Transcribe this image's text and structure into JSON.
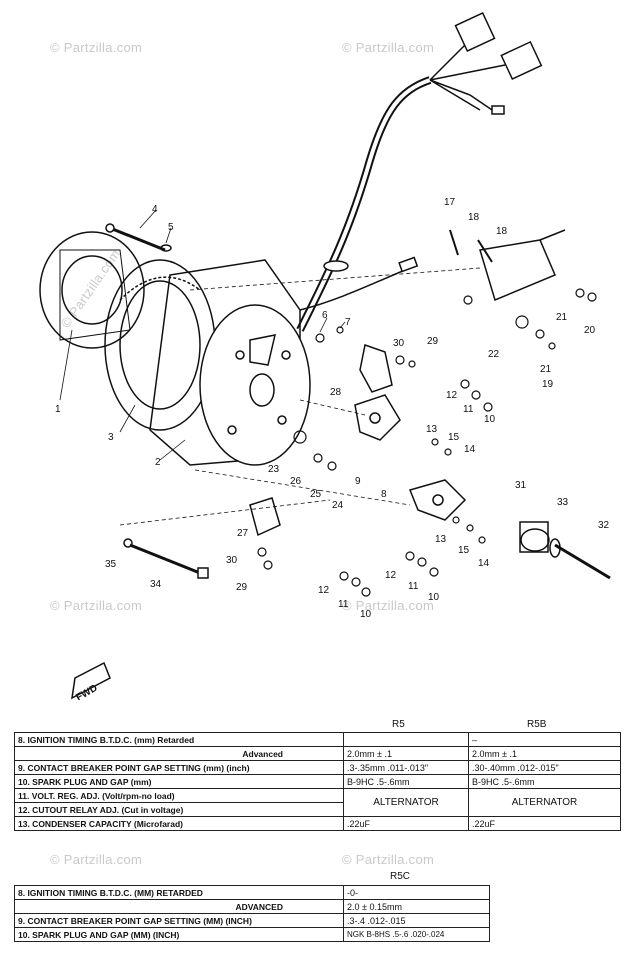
{
  "watermarks": [
    "© Partzilla.com",
    "© Partzilla.com",
    "© Partzilla.com",
    "© Partzilla.com",
    "© Partzilla.com",
    "© Partzilla.com",
    "© Partzilla.com"
  ],
  "callouts": [
    "1",
    "2",
    "3",
    "4",
    "5",
    "6",
    "7",
    "8",
    "9",
    "10",
    "11",
    "12",
    "13",
    "14",
    "15",
    "17",
    "18",
    "18",
    "19",
    "20",
    "21",
    "21",
    "22",
    "23",
    "24",
    "25",
    "26",
    "27",
    "28",
    "29",
    "29",
    "30",
    "30",
    "31",
    "32",
    "33",
    "34",
    "35",
    "12",
    "11",
    "10",
    "10",
    "11",
    "12",
    "13",
    "14",
    "15"
  ],
  "fwd_label": "FWD",
  "spec_table": {
    "col1": "R5",
    "col2": "R5B",
    "rows": [
      {
        "label": "8.  IGNITION TIMING B.T.D.C. (mm)  Retarded",
        "r5": "",
        "r5b": "–"
      },
      {
        "label": "Advanced",
        "r5": "2.0mm ± .1",
        "r5b": "2.0mm ± .1"
      },
      {
        "label": "9.  CONTACT BREAKER POINT GAP SETTING (mm) (inch)",
        "r5": ".3-.35mm   .011-.013\"",
        "r5b": ".30-.40mm  .012-.015\""
      },
      {
        "label": "10.  SPARK PLUG AND GAP (mm)",
        "r5": "B-9HC  .5-.6mm",
        "r5b": "B-9HC  .5-.6mm"
      },
      {
        "label": "11.  VOLT. REG. ADJ. (Volt/rpm-no load)",
        "r5": "ALTERNATOR",
        "r5b": "ALTERNATOR"
      },
      {
        "label": "12.  CUTOUT RELAY ADJ. (Cut in voltage)",
        "r5": "",
        "r5b": ""
      },
      {
        "label": "13.  CONDENSER CAPACITY (Microfarad)",
        "r5": ".22uF",
        "r5b": ".22uF"
      }
    ]
  },
  "spec_table2": {
    "col1": "R5C",
    "rows": [
      {
        "label": "8.  IGNITION TIMING B.T.D.C. (MM) RETARDED",
        "v": "-0-"
      },
      {
        "label": "ADVANCED",
        "v": "2.0 ± 0.15mm"
      },
      {
        "label": "9.  CONTACT BREAKER POINT GAP SETTING (MM) (INCH)",
        "v": ".3-.4  .012-.015"
      },
      {
        "label": "10.  SPARK PLUG AND GAP (MM) (INCH)",
        "v": "NGK B-8HS .5-.6 .020-.024"
      }
    ]
  }
}
